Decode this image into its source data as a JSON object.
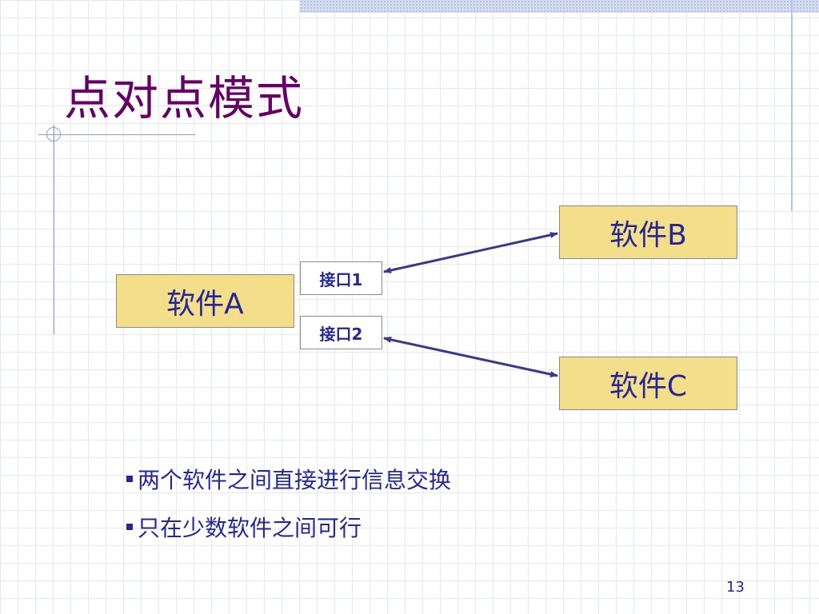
{
  "slide": {
    "title": "点对点模式",
    "page_number": "13"
  },
  "diagram": {
    "nodes": {
      "a": "软件A",
      "b": "软件B",
      "c": "软件C"
    },
    "interfaces": {
      "one": "接口1",
      "two": "接口2"
    },
    "edges": [
      {
        "from": "接口1",
        "to": "软件B",
        "direction": "both"
      },
      {
        "from": "接口2",
        "to": "软件C",
        "direction": "both"
      }
    ]
  },
  "bullets": [
    "两个软件之间直接进行信息交换",
    "只在少数软件之间可行"
  ],
  "colors": {
    "title": "#660066",
    "text": "#262699",
    "box_fill": "#f3de8a",
    "arrow": "#3a3a8c",
    "grid": "#e4e8f2"
  }
}
